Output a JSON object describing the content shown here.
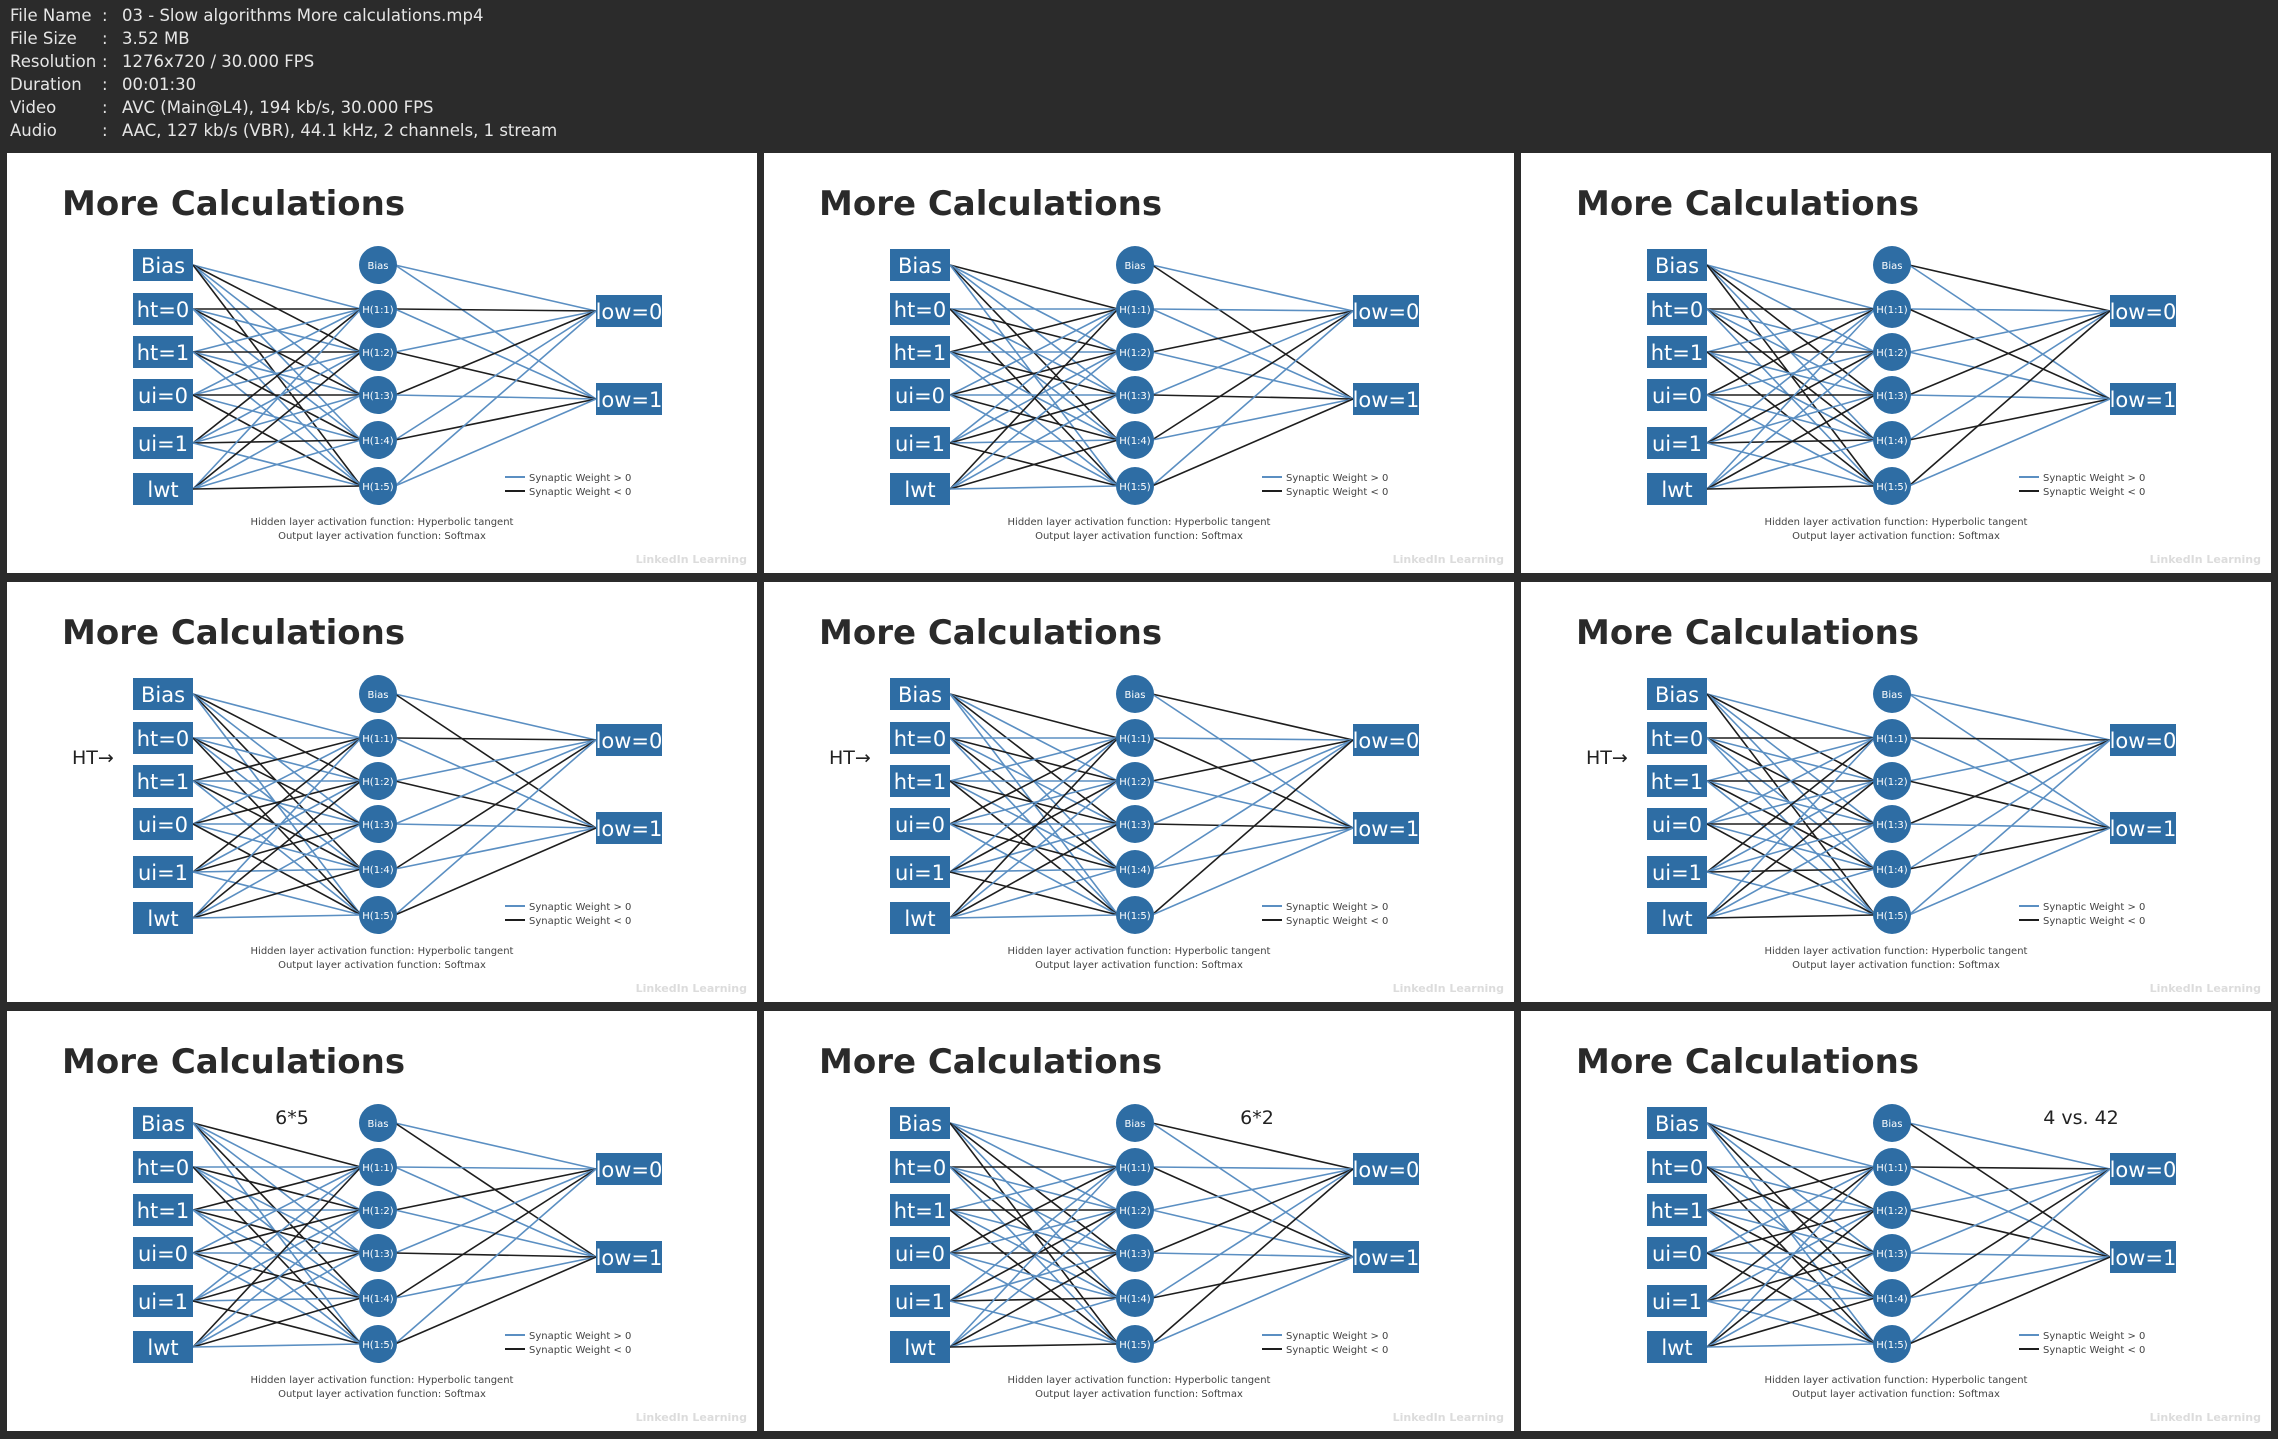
{
  "file_info": [
    {
      "label": "File Name",
      "value": "03 - Slow algorithms More calculations.mp4"
    },
    {
      "label": "File Size",
      "value": "3.52 MB"
    },
    {
      "label": "Resolution",
      "value": "1276x720 / 30.000 FPS"
    },
    {
      "label": "Duration",
      "value": "00:01:30"
    },
    {
      "label": "Video",
      "value": "AVC (Main@L4), 194 kb/s, 30.000 FPS"
    },
    {
      "label": "Audio",
      "value": "AAC, 127 kb/s (VBR), 44.1 kHz, 2 channels, 1 stream"
    }
  ],
  "slide": {
    "title": "More Calculations",
    "inputs": [
      "Bias",
      "ht=0",
      "ht=1",
      "ui=0",
      "ui=1",
      "lwt"
    ],
    "hidden": [
      "Bias",
      "H(1:1)",
      "H(1:2)",
      "H(1:3)",
      "H(1:4)",
      "H(1:5)"
    ],
    "outputs": [
      "low=0",
      "low=1"
    ],
    "legend_pos": "Synaptic Weight > 0",
    "legend_neg": "Synaptic Weight < 0",
    "caption1": "Hidden layer activation function: Hyperbolic tangent",
    "caption2": "Output layer activation function: Softmax",
    "watermark": "LinkedIn Learning"
  },
  "colors": {
    "blue": "#2e6da4",
    "positive": "#5b8fc2",
    "negative": "#1e1e1e"
  },
  "frames": [
    {
      "annotation": ""
    },
    {
      "annotation": ""
    },
    {
      "annotation": ""
    },
    {
      "annotation": "HT→"
    },
    {
      "annotation": "HT→"
    },
    {
      "annotation": "HT→"
    },
    {
      "annotation": "6*5"
    },
    {
      "annotation": "6*2"
    },
    {
      "annotation": "4 vs. 42"
    }
  ]
}
